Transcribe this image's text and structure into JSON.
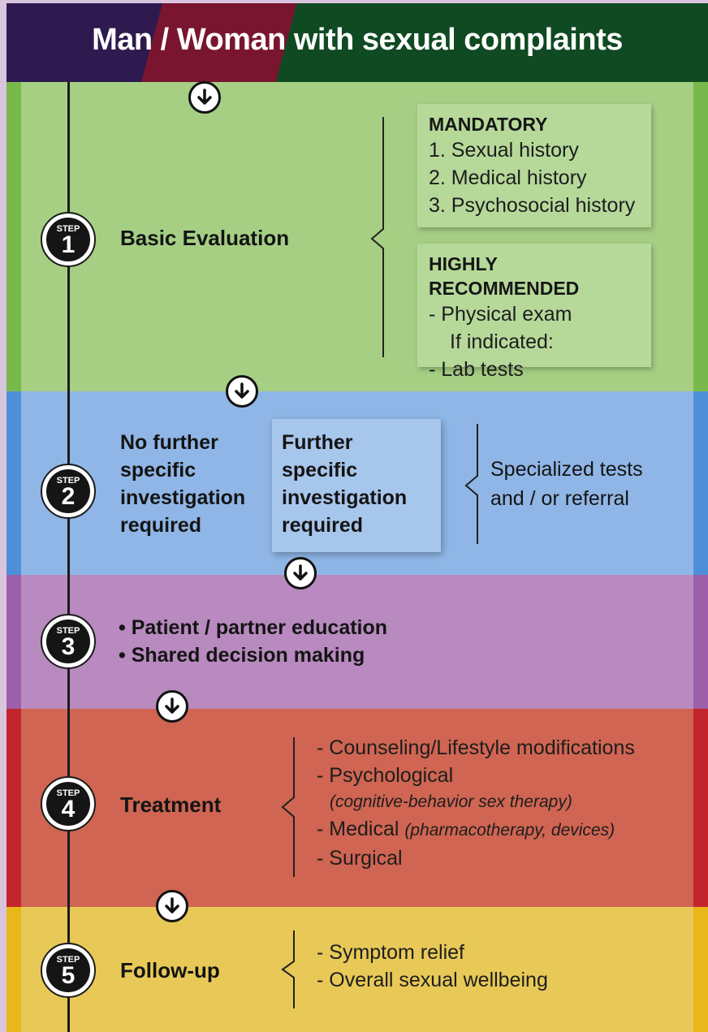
{
  "header": {
    "title": "Man / Woman with sexual complaints"
  },
  "step_word": "STEP",
  "steps": [
    {
      "number": "1",
      "title": "Basic Evaluation",
      "mandatory": {
        "heading": "MANDATORY",
        "items": [
          "1. Sexual history",
          "2. Medical history",
          "3. Psychosocial history"
        ]
      },
      "recommended": {
        "heading": "HIGHLY RECOMMENDED",
        "items": [
          "-  Physical exam",
          "If indicated:",
          "-  Lab tests"
        ]
      }
    },
    {
      "number": "2",
      "option_left": [
        "No further",
        "specific",
        "investigation",
        "required"
      ],
      "option_right": [
        "Further",
        "specific",
        "investigation",
        "required"
      ],
      "outcome": [
        "Specialized tests",
        "and / or referral"
      ]
    },
    {
      "number": "3",
      "bullets": [
        "•  Patient / partner education",
        "•  Shared decision making"
      ]
    },
    {
      "number": "4",
      "title": "Treatment",
      "items": [
        "- Counseling/Lifestyle modifications",
        "- Psychological",
        "(cognitive-behavior sex therapy)",
        "- Medical",
        "(pharmacotherapy, devices)",
        "- Surgical"
      ]
    },
    {
      "number": "5",
      "title": "Follow-up",
      "items": [
        "- Symptom relief",
        "- Overall sexual wellbeing"
      ]
    }
  ]
}
